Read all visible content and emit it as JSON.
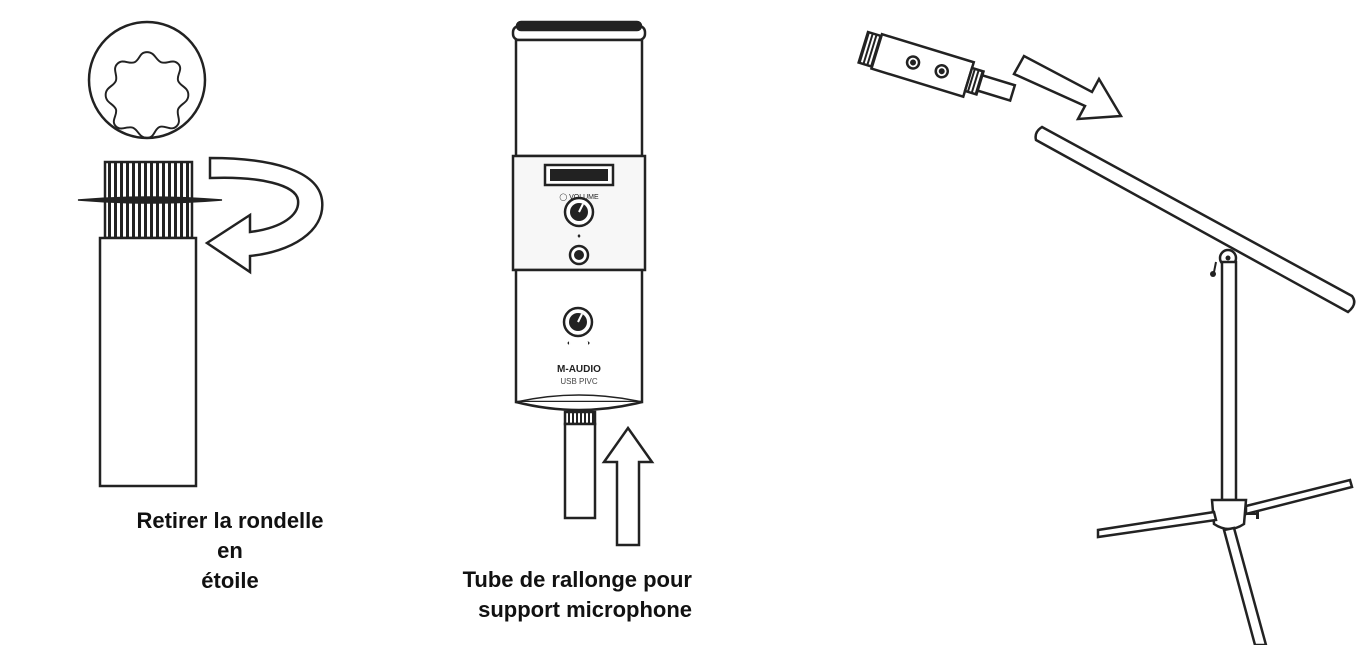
{
  "captions": {
    "star_washer": [
      "Retirer la rondelle en",
      "étoile"
    ],
    "extension_tube": [
      "Tube de rallonge pour",
      "support microphone"
    ]
  },
  "microphone": {
    "brand": "M-AUDIO",
    "model": "USB PIVC"
  },
  "colors": {
    "line": "#222222",
    "background": "#ffffff",
    "panel": "#f7f7f7"
  }
}
